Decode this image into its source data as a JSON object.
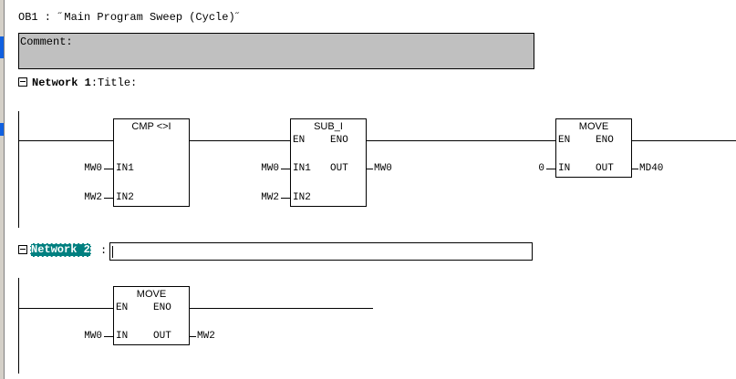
{
  "block": {
    "title": "OB1 :  ˝Main Program Sweep (Cycle)˝",
    "comment_label": "Comment:"
  },
  "networks": [
    {
      "label": "Network 1",
      "separator": ":",
      "title": "Title:",
      "collapse_icon": "minus-box-icon",
      "blocks": [
        {
          "name": "CMP <>I",
          "pins": {
            "in1": "IN1",
            "in2": "IN2"
          },
          "operands": {
            "in1": "MW0",
            "in2": "MW2"
          }
        },
        {
          "name": "SUB_I",
          "pins": {
            "en": "EN",
            "eno": "ENO",
            "in1": "IN1",
            "in2": "IN2",
            "out": "OUT"
          },
          "operands": {
            "in1": "MW0",
            "in2": "MW2",
            "out": "MW0"
          }
        },
        {
          "name": "MOVE",
          "pins": {
            "en": "EN",
            "eno": "ENO",
            "in": "IN",
            "out": "OUT"
          },
          "operands": {
            "in": "0",
            "out": "MD40"
          }
        }
      ]
    },
    {
      "label": "Network 2",
      "separator": ":",
      "title_value": "",
      "collapse_icon": "minus-box-icon",
      "blocks": [
        {
          "name": "MOVE",
          "pins": {
            "en": "EN",
            "eno": "ENO",
            "in": "IN",
            "out": "OUT"
          },
          "operands": {
            "in": "MW0",
            "out": "MW2"
          }
        }
      ]
    }
  ],
  "colors": {
    "selection": "#008080",
    "comment_bg": "#c0c0c0",
    "marker": "#1060e0"
  }
}
